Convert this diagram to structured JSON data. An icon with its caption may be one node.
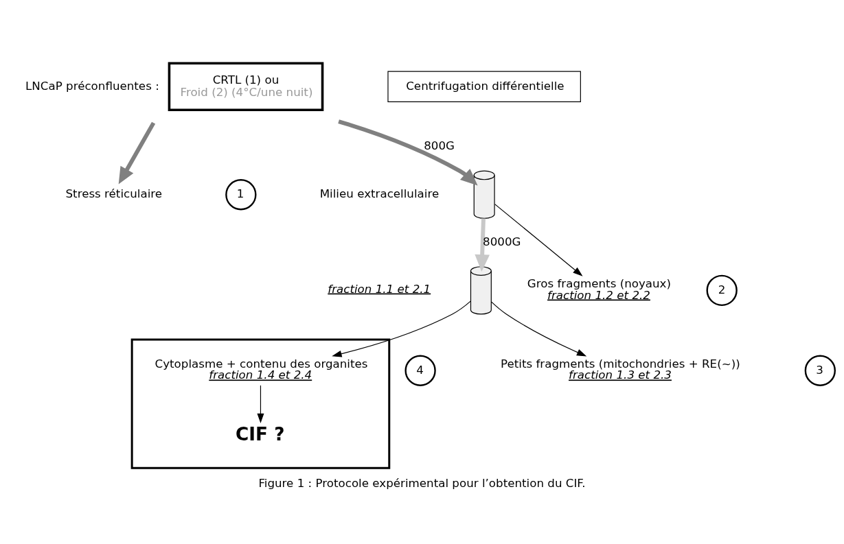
{
  "diagram": {
    "caption": "Figure 1 : Protocole expérimental pour l’obtention du CIF.",
    "nodes": [
      {
        "text": [
          "CRTL (1) ou",
          "Froid (2) (4°C/une nuit)"
        ],
        "beside": [
          "LNCaP préconfluentes :"
        ]
      },
      {
        "text": [
          "Stress réticulaire"
        ]
      },
      {
        "text": [
          "1"
        ]
      },
      {
        "text": [
          "Centrifugation différentielle"
        ]
      },
      {
        "text": [],
        "shape": "picture"
      },
      {
        "text": [
          "Gros fragments (noyaux)",
          "fraction 1.2 et 2.2"
        ]
      },
      {
        "text": [
          "2"
        ]
      },
      {
        "text": [],
        "shape": "picture"
      },
      {
        "text": [],
        "shape": "box"
      },
      {
        "text": [
          "Cytoplasme + contenu des organites",
          "fraction 1.4 et 2.4"
        ],
        "in": 8
      },
      {
        "text": [
          "CIF ?"
        ],
        "in": 8
      },
      {
        "text": [
          "4"
        ]
      },
      {
        "text": [
          "Petits fragments (mitochondries + RE(~))",
          "fraction 1.3 et 2.3"
        ]
      },
      {
        "text": [
          "3"
        ]
      }
    ],
    "edges": [
      {
        "from": 0,
        "to": 1,
        "arrow": "to",
        "style": "thick",
        "color": "#808080"
      },
      {
        "from": 0,
        "to": 4,
        "arrow": "to",
        "label": "800G",
        "style": "thick",
        "color": "#808080"
      },
      {
        "from": 4,
        "to": 5,
        "arrow": "to"
      },
      {
        "from": 4,
        "to": 7,
        "arrow": "to",
        "label": "8000G",
        "style": "thick",
        "color": "#c8c8c8"
      },
      {
        "from": 7,
        "to": 9,
        "arrow": "to"
      },
      {
        "from": 7,
        "to": 12,
        "arrow": "to"
      },
      {
        "from": 9,
        "to": 10,
        "arrow": "to"
      }
    ],
    "labels": [
      "Milieu extracellulaire",
      "fraction 1.1 et 2.1"
    ]
  }
}
